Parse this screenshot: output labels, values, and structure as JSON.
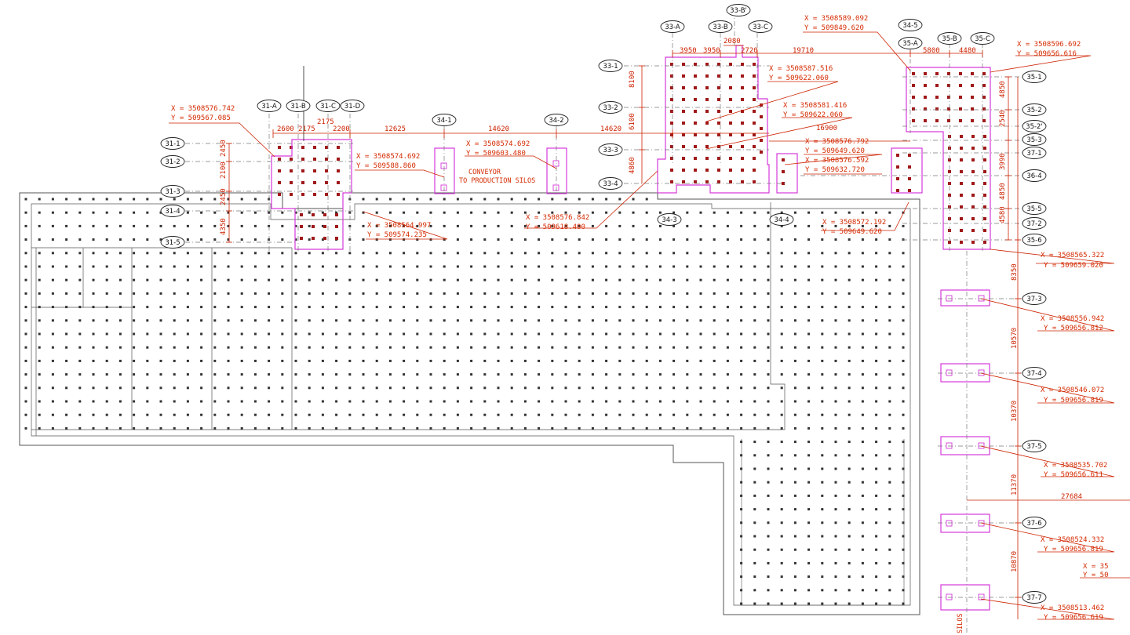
{
  "colors": {
    "outline": "#555555",
    "pile": "#333333",
    "magenta": "#d63adb",
    "red": "#d42a00",
    "redPile": "#a01818",
    "bubble": "#ffffff"
  },
  "labels": {
    "31-A": "31-A",
    "31-B": "31-B",
    "31-C": "31-C",
    "31-D": "31-D",
    "31-1": "31-1",
    "31-2": "31-2",
    "31-3": "31-3",
    "31-4": "31-4",
    "31-5": "31-5",
    "34-1": "34-1",
    "34-2": "34-2",
    "34-3": "34-3",
    "34-4": "34-4",
    "34-5": "34-5",
    "33-A": "33-A",
    "33-B": "33-B",
    "33-C": "33-C",
    "33-B'": "33-B'",
    "33-1": "33-1",
    "33-2": "33-2",
    "33-3": "33-3",
    "33-4": "33-4",
    "35-A": "35-A",
    "35-B": "35-B",
    "35-C": "35-C",
    "35-1": "35-1",
    "35-2": "35-2",
    "35-2'": "35-2'",
    "35-3": "35-3",
    "36-4": "36-4",
    "35-5": "35-5",
    "35-6": "35-6",
    "37-1": "37-1",
    "37-2": "37-2",
    "37-3": "37-3",
    "37-4": "37-4",
    "37-5": "37-5",
    "37-6": "37-6",
    "37-7": "37-7"
  },
  "dims": {
    "d12625": "12625",
    "d14620a": "14620",
    "d14620b": "14620",
    "d19710": "19710",
    "d16900": "16900",
    "d2600": "2600",
    "d2175": "2175",
    "d2200": "2200",
    "d3950": "3950",
    "d3950b": "3950",
    "d2720": "2720",
    "d2080": "2080",
    "d5800": "5800",
    "d4480": "4480",
    "d27684": "27684",
    "d8100": "8100",
    "d6100": "6100",
    "d4860": "4860",
    "d4350": "4350",
    "d2450": "2450",
    "d2100": "2100",
    "d4850": "4850",
    "d2540": "2540",
    "d3990": "3990",
    "d4580": "4580",
    "d8350": "8350",
    "d10570": "10570",
    "d10370": "10370",
    "d11370": "11370",
    "d10870": "10870"
  },
  "coords": {
    "c1x": "X = 3508576.742",
    "c1y": "Y = 509567.085",
    "c2x": "X = 3508574.692",
    "c2y": "Y = 509588.860",
    "c3x": "X = 3508574.692",
    "c3y": "Y = 509603.480",
    "c4x": "X = 3508564.997",
    "c4y": "Y = 509574.235",
    "c5x": "X = 3508576.842",
    "c5y": "Y = 509618.400",
    "c6x": "X = 3508587.516",
    "c6y": "Y = 509622.060",
    "c7x": "X = 3508581.416",
    "c7y": "Y = 509622.060",
    "c8x": "X = 3508576.792",
    "c8y": "Y = 509649.620",
    "c9x": "X = 3508576.592",
    "c9y": "Y = 509632.720",
    "c10x": "X = 3508572.192",
    "c10y": "Y = 509649.620",
    "c11x": "X = 3508589.092",
    "c11y": "Y = 509849.620",
    "c12x": "X = 3508596.692",
    "c12y": "Y = 509656.616",
    "c13x": "X = 3508565.322",
    "c13y": "Y = 509659.020",
    "c14x": "X = 3508556.942",
    "c14y": "Y = 509656.812",
    "c15x": "X = 3508546.072",
    "c15y": "Y = 509656.819",
    "c16x": "X = 3508535.702",
    "c16y": "Y = 509656.611",
    "c17x": "X = 3508524.332",
    "c17y": "Y = 509656.819",
    "c18x": "X = 3508513.462",
    "c18y": "Y = 509656.619",
    "c19x": "X = 35",
    "c19y": "Y = 50"
  },
  "notes": {
    "conveyor1": "CONVEYOR",
    "conveyor2": "TO PRODUCTION SILOS",
    "silos": "SILOS"
  }
}
